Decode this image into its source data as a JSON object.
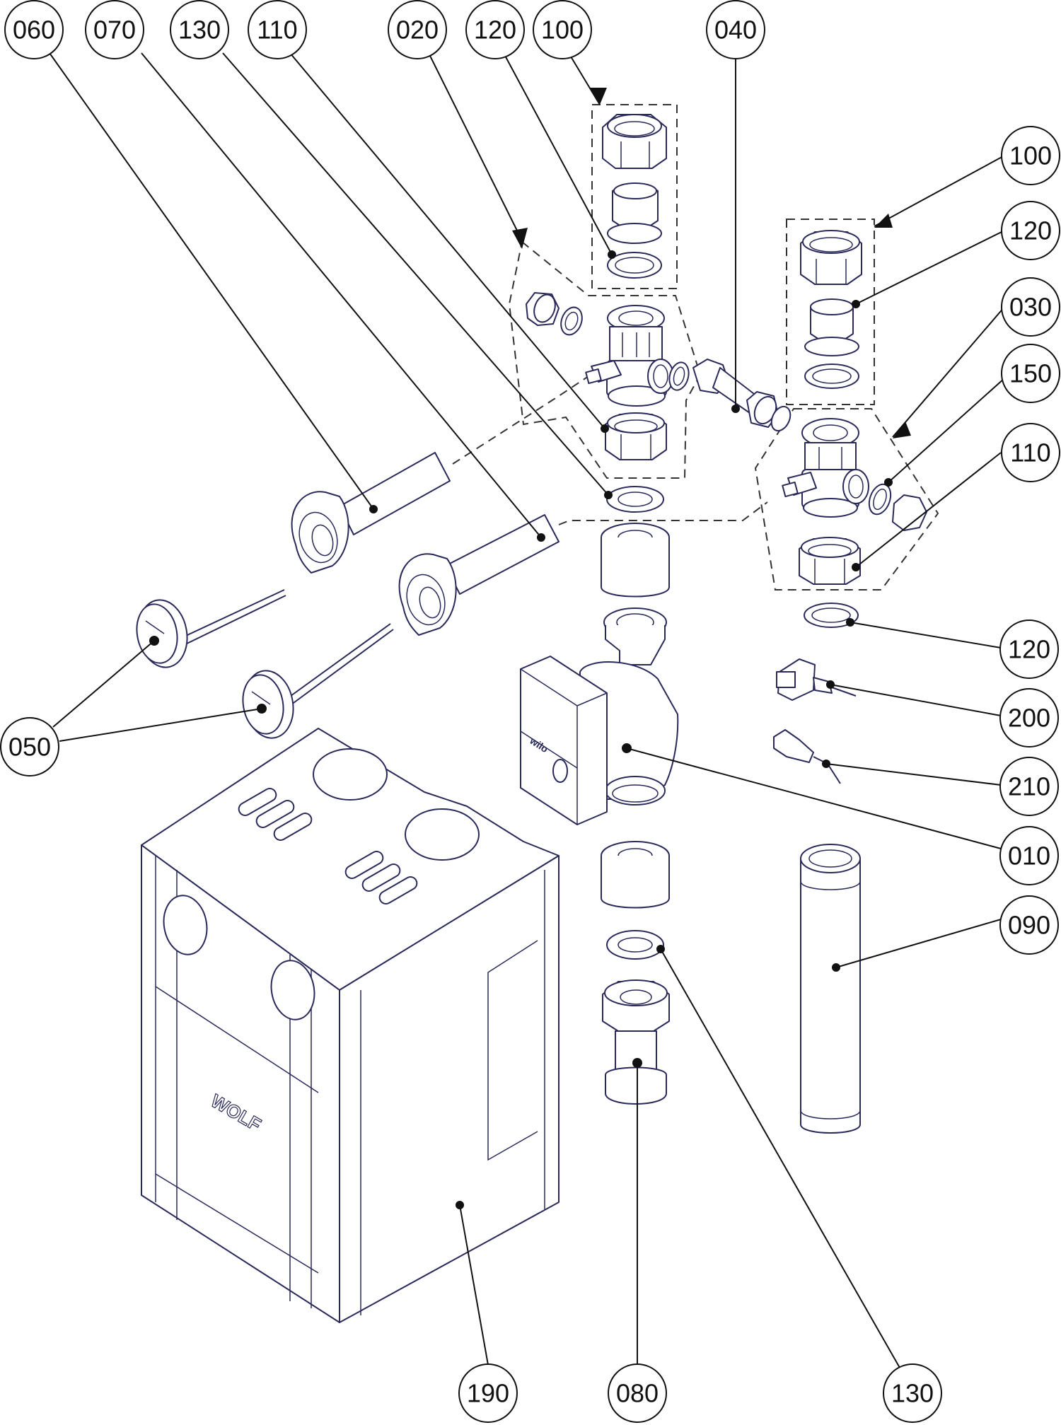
{
  "diagram": {
    "type": "exploded-parts-diagram",
    "brand_logo": "WOLF",
    "pump_logo": "wilo",
    "callouts": [
      {
        "id": "c-060-top",
        "label": "060",
        "part": "immersion-sleeve-upper"
      },
      {
        "id": "c-070-top",
        "label": "070",
        "part": "immersion-sleeve-lower"
      },
      {
        "id": "c-130-top",
        "label": "130",
        "part": "gasket-upper"
      },
      {
        "id": "c-110-top",
        "label": "110",
        "part": "union-nut-left"
      },
      {
        "id": "c-020-top",
        "label": "020",
        "part": "ball-valve-left-assembly"
      },
      {
        "id": "c-120-top",
        "label": "120",
        "part": "flat-gasket-top"
      },
      {
        "id": "c-100-top",
        "label": "100",
        "part": "screw-fitting-top-assembly"
      },
      {
        "id": "c-040-top",
        "label": "040",
        "part": "connection-pipe"
      },
      {
        "id": "c-100-right",
        "label": "100",
        "part": "screw-fitting-right-assembly"
      },
      {
        "id": "c-120-right",
        "label": "120",
        "part": "flat-gasket-right"
      },
      {
        "id": "c-030-right",
        "label": "030",
        "part": "ball-valve-right-assembly"
      },
      {
        "id": "c-150-right",
        "label": "150",
        "part": "o-ring"
      },
      {
        "id": "c-110-right",
        "label": "110",
        "part": "union-nut-right"
      },
      {
        "id": "c-120-right2",
        "label": "120",
        "part": "flat-gasket-lower-right"
      },
      {
        "id": "c-200-right",
        "label": "200",
        "part": "power-connector"
      },
      {
        "id": "c-210-right",
        "label": "210",
        "part": "signal-connector"
      },
      {
        "id": "c-010-right",
        "label": "010",
        "part": "circulation-pump"
      },
      {
        "id": "c-090-right",
        "label": "090",
        "part": "return-pipe"
      },
      {
        "id": "c-050-left",
        "label": "050",
        "part": "thermometers"
      },
      {
        "id": "c-190-bottom",
        "label": "190",
        "part": "insulation-housing"
      },
      {
        "id": "c-080-bottom",
        "label": "080",
        "part": "pipe-fitting"
      },
      {
        "id": "c-130-bottom",
        "label": "130",
        "part": "gasket-lower"
      }
    ]
  }
}
